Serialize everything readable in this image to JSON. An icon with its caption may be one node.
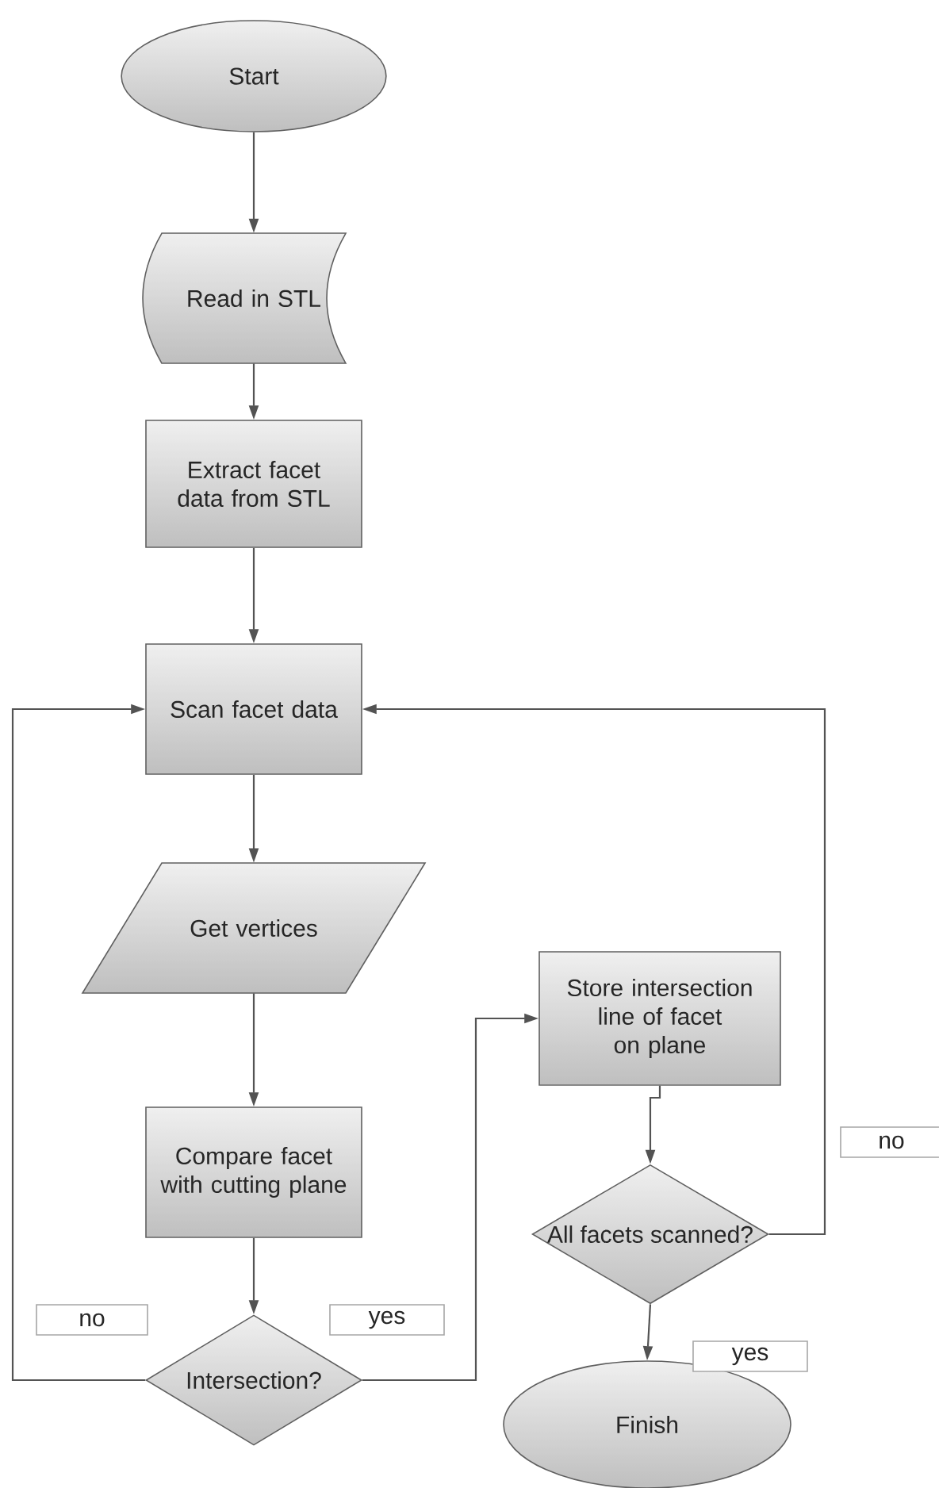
{
  "diagram": {
    "nodes": [
      {
        "text": [
          "Start"
        ]
      },
      {
        "text": [
          "Read in STL"
        ]
      },
      {
        "text": [
          "Extract facet data from STL"
        ]
      },
      {
        "text": [
          "Scan facet data"
        ]
      },
      {
        "text": [
          "Get vertices"
        ]
      },
      {
        "text": [
          "Compare facet with cutting plane"
        ]
      },
      {
        "text": [
          "Intersection?"
        ]
      },
      {
        "text": [
          "Store intersection line of facet on plane"
        ]
      },
      {
        "text": [
          "All facets scanned?"
        ]
      },
      {
        "text": [
          "Finish"
        ]
      }
    ],
    "edges": [
      {
        "from": 0,
        "to": 1,
        "arrow": "to"
      },
      {
        "from": 1,
        "to": 2,
        "arrow": "to"
      },
      {
        "from": 2,
        "to": 3,
        "arrow": "to"
      },
      {
        "from": 3,
        "to": 4,
        "arrow": "to"
      },
      {
        "from": 4,
        "to": 5,
        "arrow": "to"
      },
      {
        "from": 5,
        "to": 6,
        "arrow": "to"
      },
      {
        "from": 6,
        "to": 3,
        "arrow": "to",
        "label": "no"
      },
      {
        "from": 6,
        "to": 7,
        "arrow": "to",
        "label": "yes"
      },
      {
        "from": 7,
        "to": 8,
        "arrow": "to"
      },
      {
        "from": 8,
        "to": 3,
        "arrow": "to",
        "label": "no"
      },
      {
        "from": 8,
        "to": 9,
        "arrow": "to",
        "label": "yes"
      }
    ]
  }
}
